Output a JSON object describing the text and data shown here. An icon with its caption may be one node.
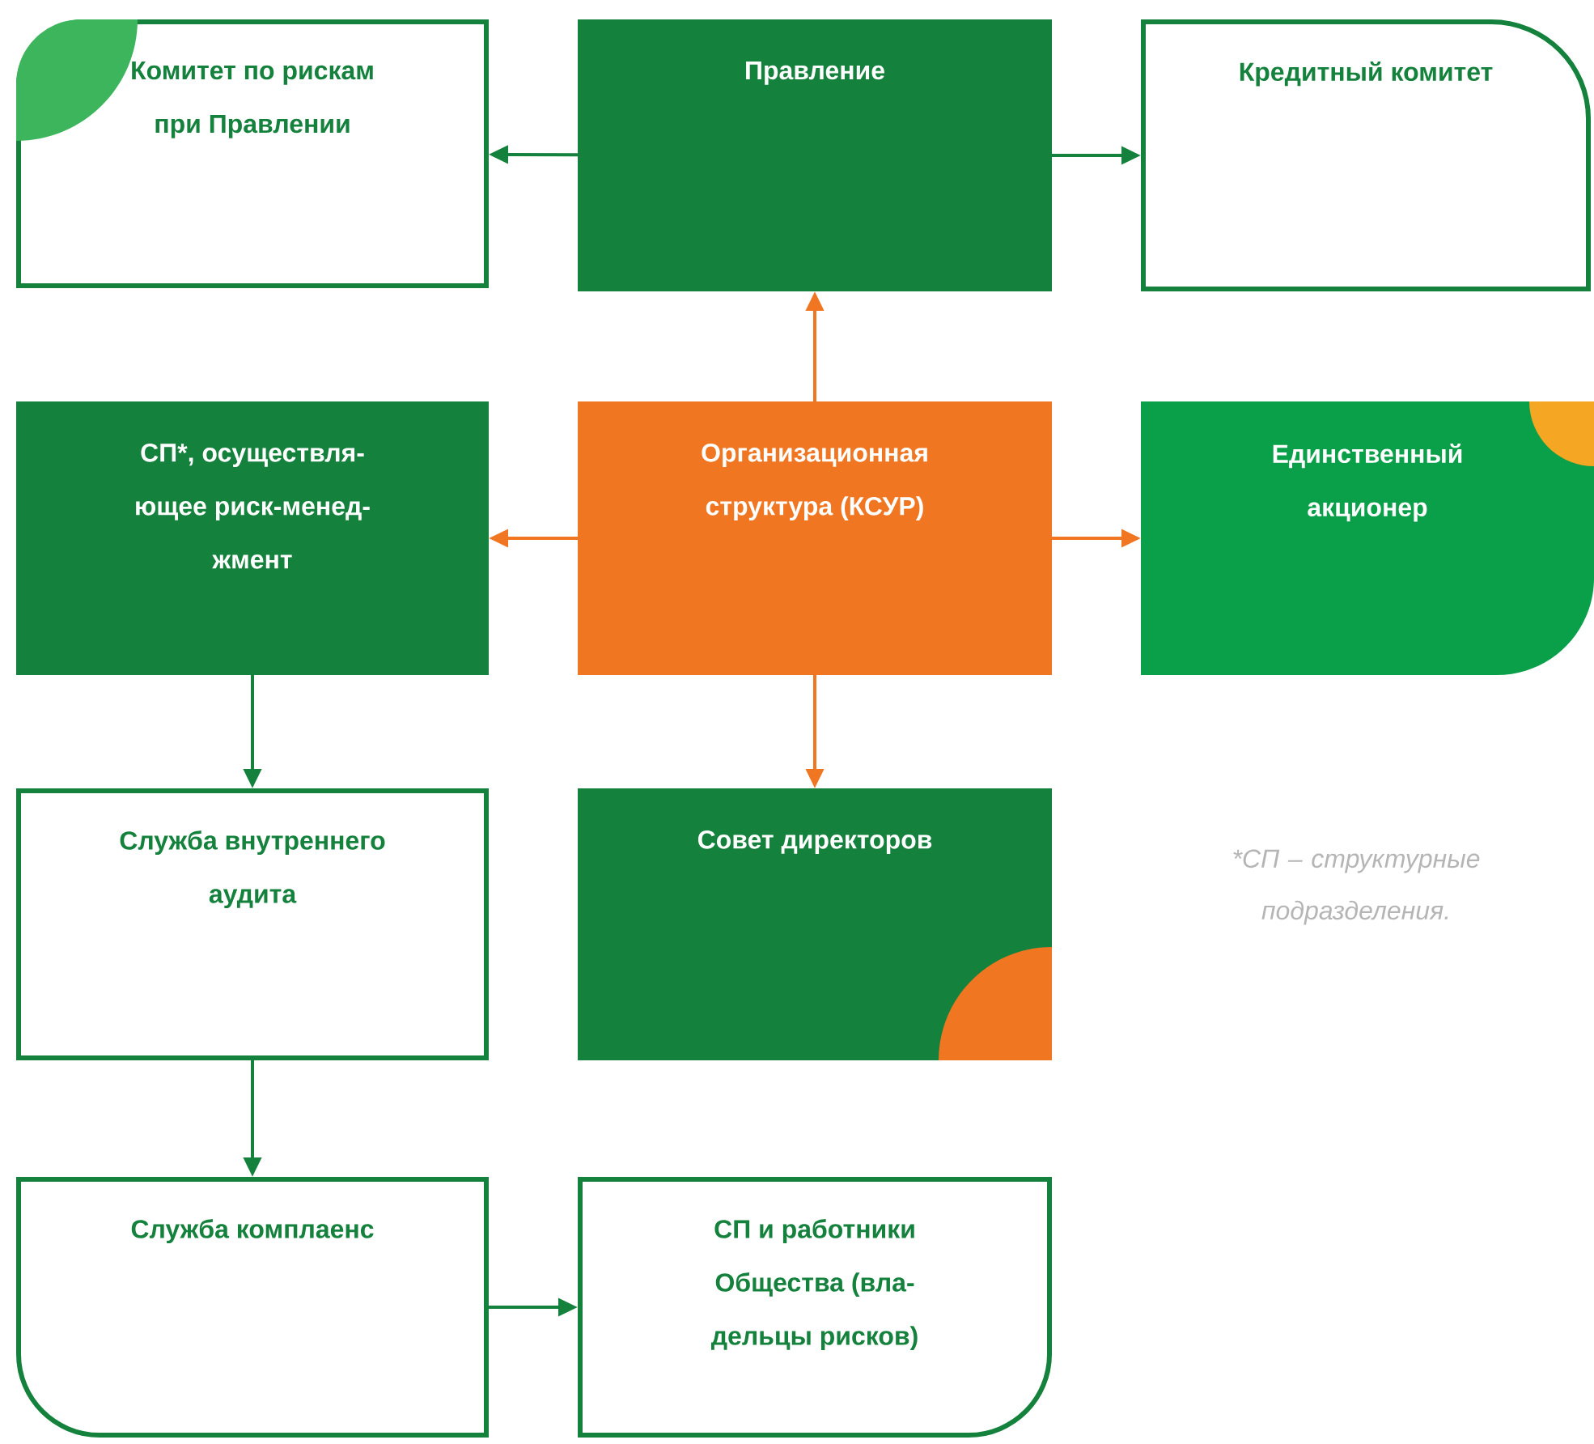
{
  "diagram": {
    "nodes": [
      {
        "text": [
          "Правление"
        ]
      },
      {
        "text": [
          "Комитет по рискам при Правлении"
        ]
      },
      {
        "text": [
          "Кредитный комитет"
        ]
      },
      {
        "text": [
          "СП*, осуществля- ющее риск-менед- жмент"
        ]
      },
      {
        "text": [
          "Организационная структура (КСУР)"
        ]
      },
      {
        "text": [
          "Единственный акционер"
        ]
      },
      {
        "text": [
          "Служба внутреннего аудита"
        ]
      },
      {
        "text": [
          "Совет директоров"
        ]
      },
      {
        "text": [
          "Служба комплаенс"
        ]
      },
      {
        "text": [
          "СП и работники Общества (вла- дельцы рисков)"
        ]
      }
    ],
    "edges": [
      {
        "from": 0,
        "to": 1,
        "arrow": "to"
      },
      {
        "from": 0,
        "to": 2,
        "arrow": "to"
      },
      {
        "from": 4,
        "to": 0,
        "arrow": "to",
        "color": "#f07622"
      },
      {
        "from": 4,
        "to": 3,
        "arrow": "to",
        "color": "#f07622"
      },
      {
        "from": 4,
        "to": 5,
        "arrow": "to",
        "color": "#f07622"
      },
      {
        "from": 4,
        "to": 7,
        "arrow": "to",
        "color": "#f07622"
      },
      {
        "from": 3,
        "to": 6,
        "arrow": "to"
      },
      {
        "from": 6,
        "to": 8,
        "arrow": "to"
      },
      {
        "from": 8,
        "to": 9,
        "arrow": "to"
      }
    ],
    "labels": [
      "*СП – структурные подразделения."
    ]
  }
}
